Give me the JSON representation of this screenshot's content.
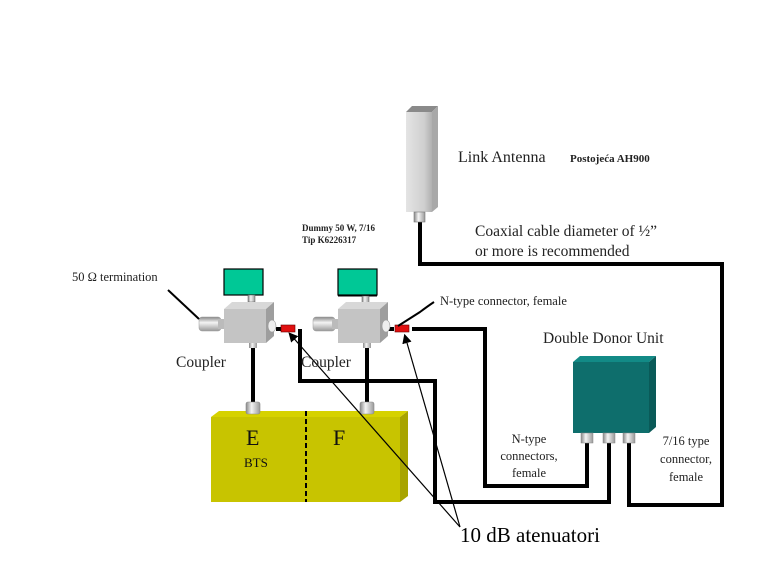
{
  "labels": {
    "link_antenna": "Link Antenna",
    "antenna_model": "Postojeća AH900",
    "cable_note_line1": "Coaxial cable diameter of ½”",
    "cable_note_line2": "or more is recommended",
    "dummy_line1": "Dummy 50 W, 7/16",
    "dummy_line2": "Tip K6226317",
    "termination": "50 Ω termination",
    "n_connector": "N-type connector, female",
    "coupler_left": "Coupler",
    "coupler_right": "Coupler",
    "donor_unit": "Double Donor Unit",
    "n_connectors_line1": "N-type",
    "n_connectors_line2": "connectors,",
    "n_connectors_line3": "female",
    "seven16_line1": "7/16 type",
    "seven16_line2": "connector,",
    "seven16_line3": "female",
    "bts_e": "E",
    "bts_f": "F",
    "bts": "BTS",
    "attenuators": "10 dB atenuatori"
  },
  "colors": {
    "bts_yellow": "#c8c400",
    "donor_teal": "#0e6e6c",
    "dummy_green": "#00c896",
    "coupler_gray": "#c4c4c4",
    "attenuator_red": "#e01010",
    "cable_black": "#000000"
  }
}
